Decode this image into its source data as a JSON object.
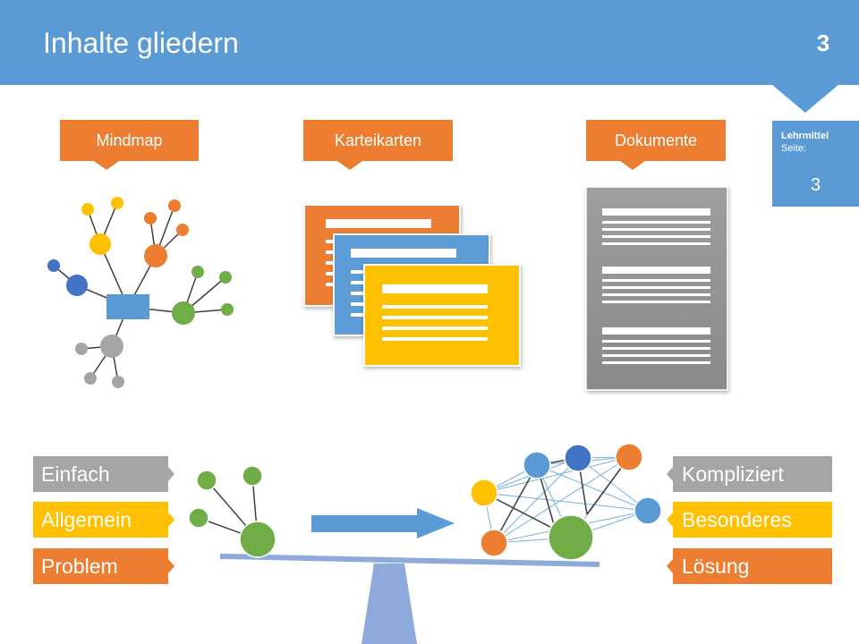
{
  "header": {
    "title": "Inhalte gliedern",
    "slide_number": "3",
    "accent_color": "#5b9bd5"
  },
  "reference_box": {
    "label": "Lehrmittel",
    "sub_label": "Seite:",
    "page": "3"
  },
  "categories": [
    {
      "label": "Mindmap",
      "icon": "mindmap-icon"
    },
    {
      "label": "Karteikarten",
      "icon": "index-cards-icon"
    },
    {
      "label": "Dokumente",
      "icon": "document-icon"
    }
  ],
  "left_labels": [
    {
      "text": "Einfach",
      "color": "#a5a5a5"
    },
    {
      "text": "Allgemein",
      "color": "#ffc000"
    },
    {
      "text": "Problem",
      "color": "#ed7d31"
    }
  ],
  "right_labels": [
    {
      "text": "Kompliziert",
      "color": "#a5a5a5"
    },
    {
      "text": "Besonderes",
      "color": "#ffc000"
    },
    {
      "text": "Lösung",
      "color": "#ed7d31"
    }
  ],
  "palette": {
    "blue": "#5b9bd5",
    "dark_blue": "#4472c4",
    "orange": "#ed7d31",
    "yellow": "#ffc000",
    "green": "#70ad47",
    "gray": "#a5a5a5"
  }
}
